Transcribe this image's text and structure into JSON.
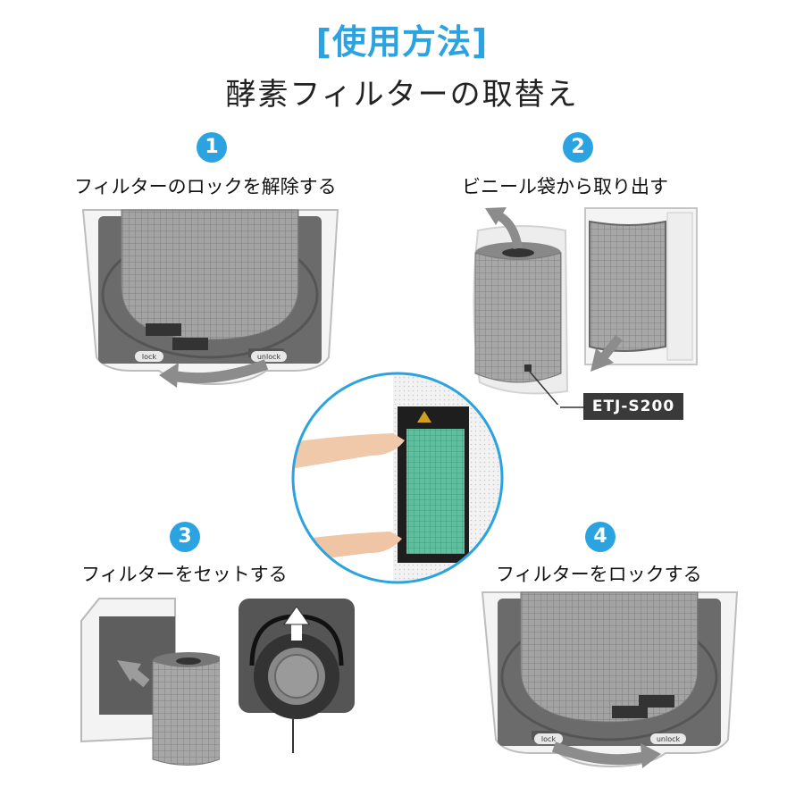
{
  "header": {
    "title": "[使用方法]",
    "subtitle": "酵素フィルターの取替え"
  },
  "steps": [
    {
      "number": "1",
      "label": "フィルターのロックを解除する"
    },
    {
      "number": "2",
      "label": "ビニール袋から取り出す"
    },
    {
      "number": "3",
      "label": "フィルターをセットする"
    },
    {
      "number": "4",
      "label": "フィルターをロックする"
    }
  ],
  "illustrations": {
    "lock_label": "lock",
    "unlock_label": "unlock",
    "model_tag": "ETJ-S200"
  },
  "colors": {
    "accent": "#2aa3e0",
    "dark_panel": "#6b6b6b",
    "filter_gray": "#9a9a9a",
    "filter_green": "#5fbf9f",
    "arrow_gray": "#8c8c8c"
  },
  "icons": [
    "rotate-arrow-icon",
    "pull-arrow-icon",
    "push-arrow-icon",
    "insert-arrow-icon",
    "up-arrow-icon"
  ]
}
